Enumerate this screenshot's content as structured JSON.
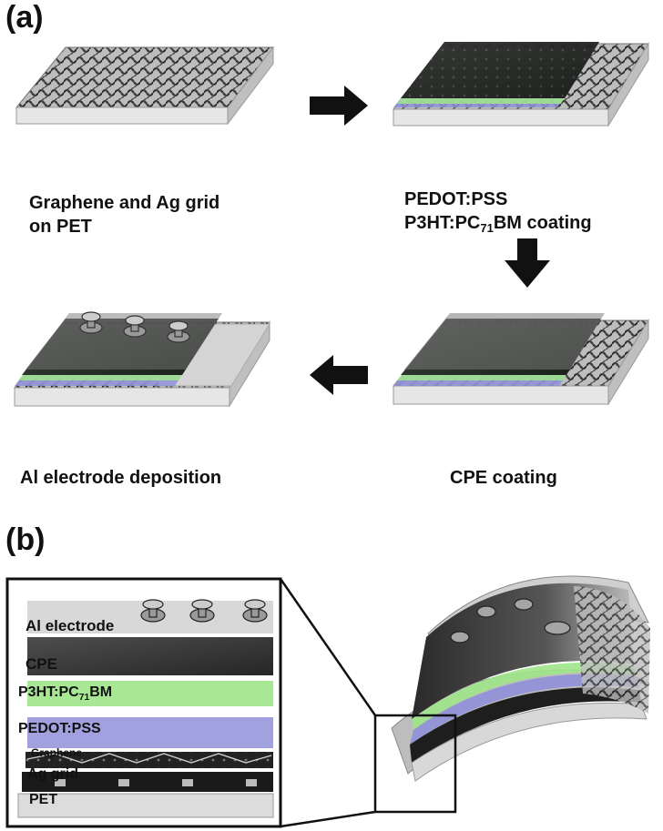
{
  "panel_a": {
    "label": "(a)",
    "steps": [
      {
        "caption_line1": "Graphene and Ag grid",
        "caption_line2": "on PET"
      },
      {
        "caption_line1": "PEDOT:PSS",
        "caption_line2_pre": "P3HT:PC",
        "caption_line2_sub": "71",
        "caption_line2_post": "BM coating"
      },
      {
        "caption_line1": "CPE coating"
      },
      {
        "caption_line1": "Al electrode deposition"
      }
    ]
  },
  "panel_b": {
    "label": "(b)",
    "layers": {
      "al": "Al electrode",
      "cpe": "CPE",
      "p3ht_pre": "P3HT:PC",
      "p3ht_sub": "71",
      "p3ht_post": "BM",
      "pedot": "PEDOT:PSS",
      "graphene": "Graphene",
      "ag": "Ag grid",
      "pet": "PET"
    }
  },
  "colors": {
    "green_layer": "#9fe58a",
    "blue_layer": "#8f90d8",
    "dark_layer": "#1c1c1c",
    "substrate": "#dcdcdc",
    "arrow": "#111111"
  }
}
